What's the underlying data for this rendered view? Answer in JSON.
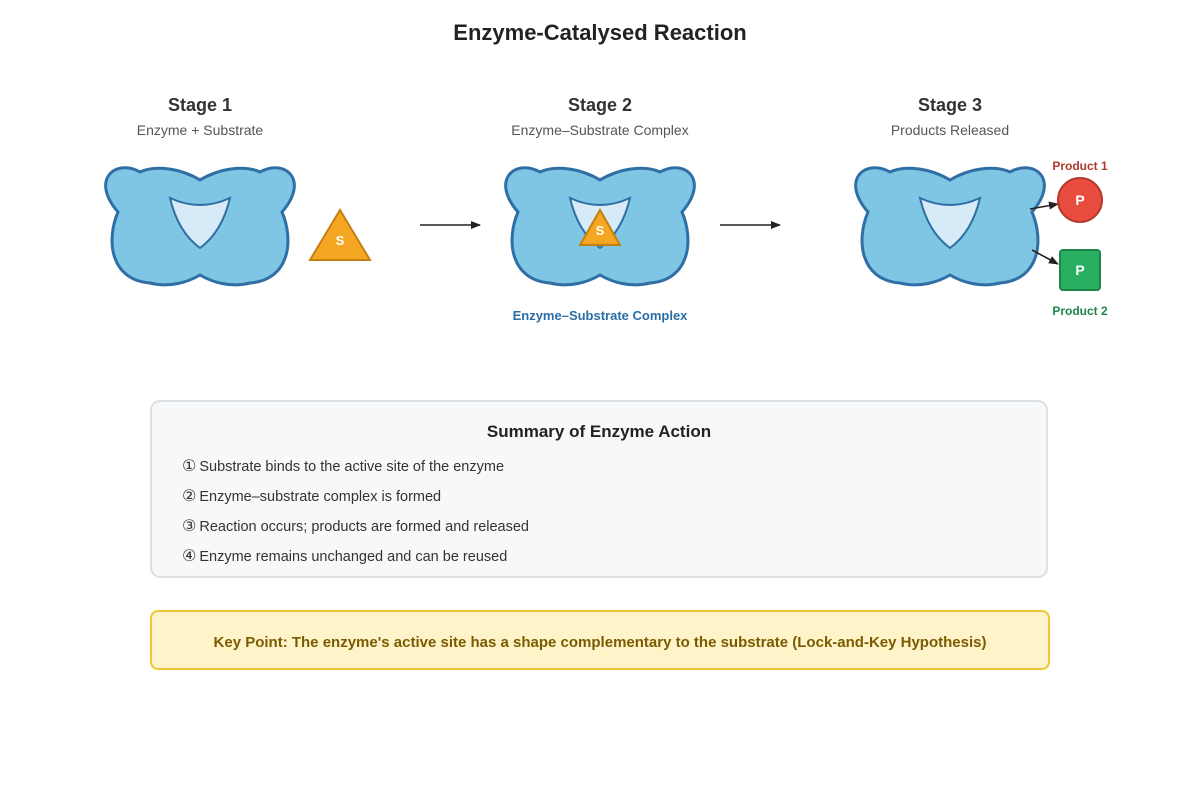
{
  "title": "Enzyme-Catalysed Reaction",
  "stages": [
    {
      "title": "Stage 1",
      "subtitle": "Enzyme + Substrate"
    },
    {
      "title": "Stage 2",
      "subtitle": "Enzyme–Substrate Complex"
    },
    {
      "title": "Stage 3",
      "subtitle": "Products Released"
    }
  ],
  "substrate_letter": "S",
  "complex_label": "Enzyme–Substrate Complex",
  "products": [
    {
      "label": "Product 1",
      "letter": "P"
    },
    {
      "label": "Product 2",
      "letter": "P"
    }
  ],
  "summary": {
    "title": "Summary of Enzyme Action",
    "items": [
      {
        "num": "①",
        "text": "Substrate binds to the active site of the enzyme"
      },
      {
        "num": "②",
        "text": "Enzyme–substrate complex is formed"
      },
      {
        "num": "③",
        "text": "Reaction occurs; products are formed and released"
      },
      {
        "num": "④",
        "text": "Enzyme remains unchanged and can be reused"
      }
    ]
  },
  "key_point": "Key Point: The enzyme's active site has a shape complementary to the substrate (Lock-and-Key Hypothesis)",
  "colors": {
    "enzyme_fill": "#7fc6e5",
    "enzyme_stroke": "#2f6fa6",
    "active_site": "#d6ebf7",
    "substrate": "#f5a623",
    "product_1": "#e74c3c",
    "product_2": "#27ae60"
  }
}
